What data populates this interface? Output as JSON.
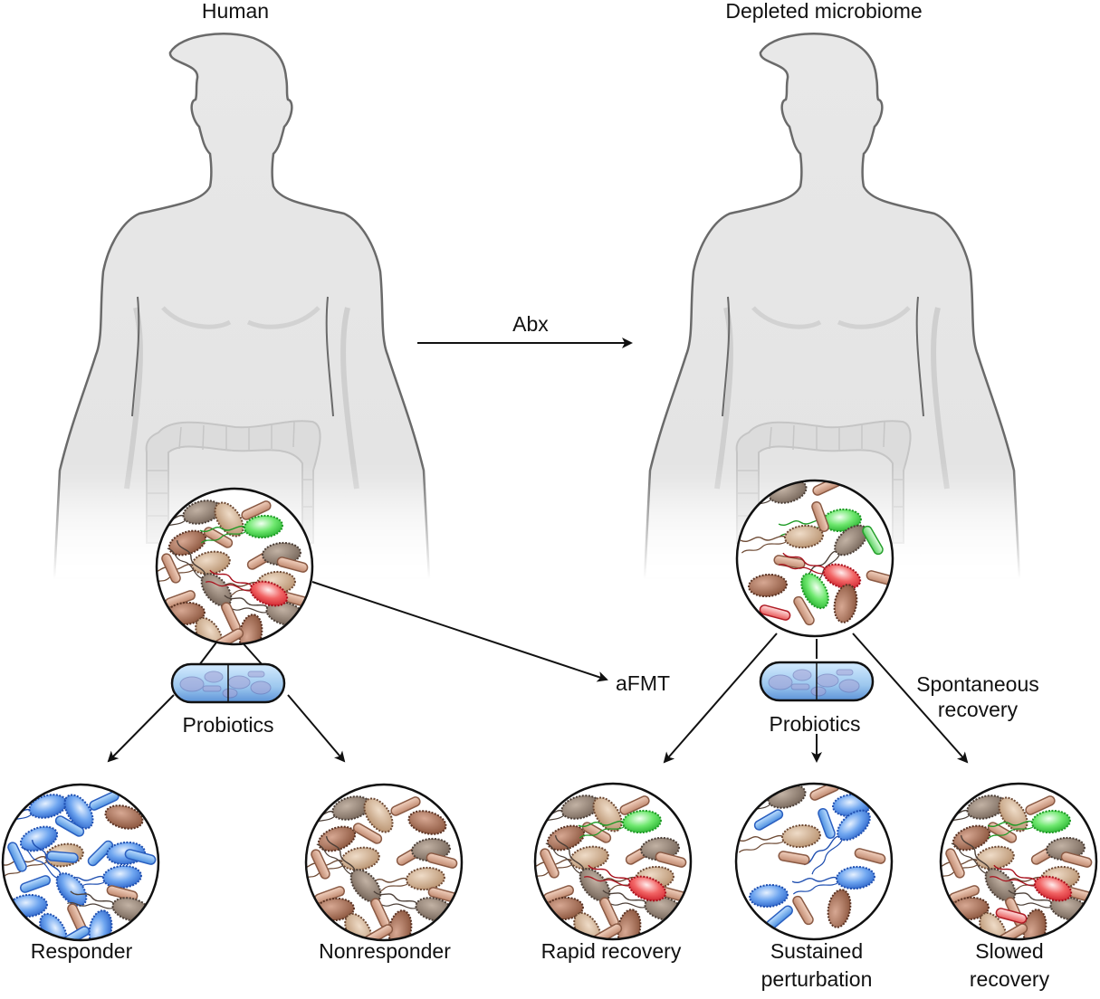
{
  "titles": {
    "human": "Human",
    "depleted": "Depleted microbiome"
  },
  "arrows": {
    "abx": "Abx",
    "afmt": "aFMT",
    "spontaneous_line1": "Spontaneous",
    "spontaneous_line2": "recovery"
  },
  "capsules": {
    "left_label": "Probiotics",
    "right_label": "Probiotics"
  },
  "outcomes": {
    "responder": "Responder",
    "nonresponder": "Nonresponder",
    "rapid": "Rapid recovery",
    "sustained_line1": "Sustained",
    "sustained_line2": "perturbation",
    "slowed_line1": "Slowed",
    "slowed_line2": "recovery"
  },
  "colors": {
    "body_fill": "#e6e6e6",
    "body_stroke": "#6a6a6a",
    "commensal_tan": "#c9a98a",
    "commensal_brown": "#9b6a50",
    "commensal_grey": "#8a7a6c",
    "rod": "#d9a98e",
    "probiotic_blue": "#3b7fe0",
    "green_bug": "#44d04a",
    "red_bug": "#e83c3c",
    "capsule_fill": "#9cc7ee"
  }
}
